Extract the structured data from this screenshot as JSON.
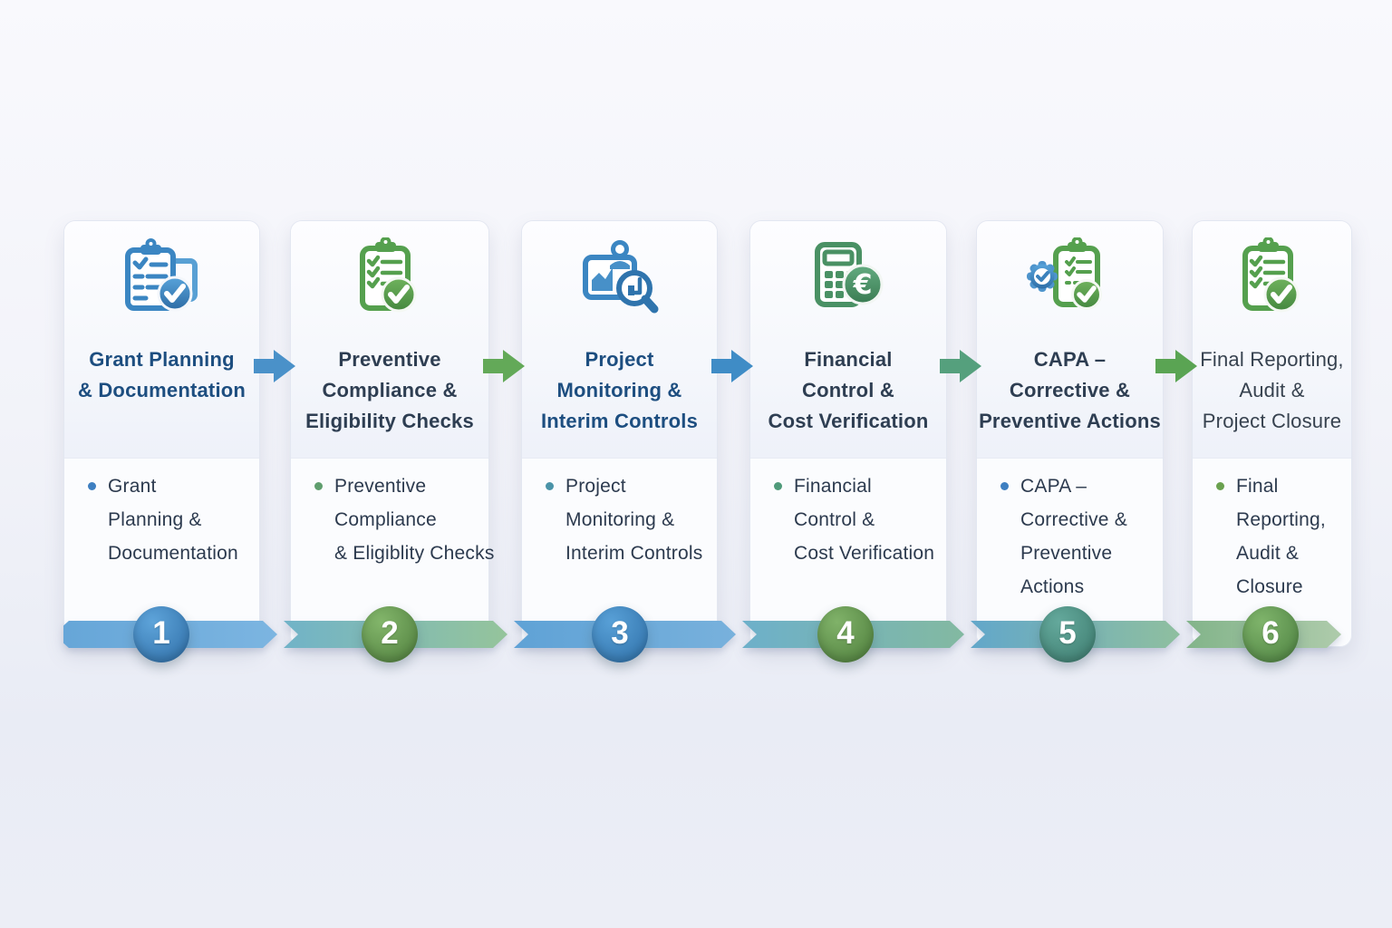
{
  "diagram": {
    "palette": {
      "blue": "#3b86c2",
      "green": "#55a04e",
      "teal": "#4f9a7a",
      "background": "#f2f3f9"
    },
    "steps": [
      {
        "number": "1",
        "title": "Grant Planning\n& Documentation",
        "title_style": "color:#1d4e80;font-weight:700",
        "bullet": "Grant\nPlanning &\nDocumentation",
        "dot_style": "background:#3e7fc1",
        "icon": "clipboard-document-check-icon",
        "circle_style": "background:radial-gradient(circle at 35% 28%,#5ea4da,#2d6ca5)"
      },
      {
        "number": "2",
        "title": "Preventive\nCompliance &\nEligibility Checks",
        "title_style": "color:#2e3e52",
        "bullet": "Preventive\nCompliance\n& Eligiblity Checks",
        "dot_style": "background:#5f9e6e",
        "icon": "clipboard-checklist-icon",
        "circle_style": "background:radial-gradient(circle at 35% 28%,#83b66b,#4e7d3c)"
      },
      {
        "number": "3",
        "title": "Project\nMonitoring &\nInterim Controls",
        "title_style": "color:#1d4e80;font-weight:700",
        "bullet": "Project\nMonitoring &\nInterim Controls",
        "dot_style": "background:#4a93a8",
        "icon": "monitoring-chart-magnifier-icon",
        "circle_style": "background:radial-gradient(circle at 35% 28%,#58a0d7,#2e6fa7)"
      },
      {
        "number": "4",
        "title": "Financial\nControl &\nCost Verification",
        "title_style": "color:#2e3e52",
        "bullet": "Financial\nControl &\nCost Verification",
        "dot_style": "background:#4f9a7a",
        "icon": "calculator-euro-icon",
        "circle_style": "background:radial-gradient(circle at 35% 28%,#80b269,#4d7d3b)"
      },
      {
        "number": "5",
        "title": "CAPA –\nCorrective &\nPreventive Actions",
        "title_style": "color:#2e3e52",
        "bullet": "CAPA –\nCorrective &\nPreventive\nActions",
        "dot_style": "background:#3e7fc1",
        "icon": "gear-check-clipboard-icon",
        "circle_style": "background:radial-gradient(circle at 35% 28%,#64a99c,#3c7a6d)"
      },
      {
        "number": "6",
        "title": "Final Reporting,\nAudit &\nProject Closure",
        "title_style": "color:#37424f;font-weight:500",
        "bullet": "Final\nReporting,\nAudit &\nClosure",
        "dot_style": "background:#6aa14f",
        "icon": "clipboard-checklist-icon",
        "circle_style": "background:radial-gradient(circle at 35% 28%,#7fb46b,#4c8040)"
      }
    ],
    "connectors": [
      {
        "style": "fill:#4a91c9"
      },
      {
        "style": "fill:#63a958"
      },
      {
        "style": "fill:#3f8cc6"
      },
      {
        "style": "fill:#55a07d"
      },
      {
        "style": "fill:#5aa453"
      }
    ],
    "timeline": {
      "segments": [
        {
          "style": "background:linear-gradient(90deg,#66a6d8,#7cb5e1)"
        },
        {
          "style": "background:linear-gradient(90deg,#71b3c8,#95c49b)"
        },
        {
          "style": "background:linear-gradient(90deg,#5fa2d6,#78b1dc)"
        },
        {
          "style": "background:linear-gradient(90deg,#6db0ca,#83b9a1)"
        },
        {
          "style": "background:linear-gradient(90deg,#62a7ca,#8fbf9f)"
        },
        {
          "style": "background:linear-gradient(90deg,#82b48a,#aecbab)"
        }
      ]
    }
  }
}
